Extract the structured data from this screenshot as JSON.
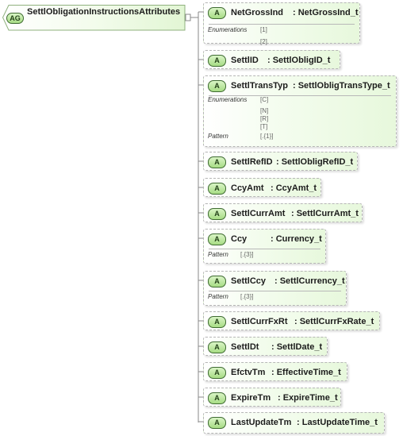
{
  "root": {
    "badge": "AG",
    "name": "SettlObligationInstructionsAttributes"
  },
  "attributes": [
    {
      "badge": "A",
      "name": "NetGrossInd",
      "type": ": NetGrossInd_t",
      "facets": [
        {
          "label": "Enumerations",
          "values": [
            "[1]",
            "[2]"
          ]
        }
      ]
    },
    {
      "badge": "A",
      "name": "SettlID",
      "type": ": SettlObligID_t",
      "facets": []
    },
    {
      "badge": "A",
      "name": "SettlTransTyp",
      "type": ": SettlObligTransType_t",
      "facets": [
        {
          "label": "Enumerations",
          "values": [
            "[C]",
            "[N]",
            "[R]",
            "[T]"
          ]
        },
        {
          "label": "Pattern",
          "values": [
            "[.{1}]"
          ]
        }
      ]
    },
    {
      "badge": "A",
      "name": "SettlRefID",
      "type": ": SettlObligRefID_t",
      "facets": []
    },
    {
      "badge": "A",
      "name": "CcyAmt",
      "type": ": CcyAmt_t",
      "facets": []
    },
    {
      "badge": "A",
      "name": "SettlCurrAmt",
      "type": ": SettlCurrAmt_t",
      "facets": []
    },
    {
      "badge": "A",
      "name": "Ccy",
      "type": ": Currency_t",
      "facets": [
        {
          "label": "Pattern",
          "values": [
            "[.{3}]"
          ]
        }
      ]
    },
    {
      "badge": "A",
      "name": "SettlCcy",
      "type": ": SettlCurrency_t",
      "facets": [
        {
          "label": "Pattern",
          "values": [
            "[.{3}]"
          ]
        }
      ]
    },
    {
      "badge": "A",
      "name": "SettlCurrFxRt",
      "type": ": SettlCurrFxRate_t",
      "facets": []
    },
    {
      "badge": "A",
      "name": "SettlDt",
      "type": ": SettlDate_t",
      "facets": []
    },
    {
      "badge": "A",
      "name": "EfctvTm",
      "type": ": EffectiveTime_t",
      "facets": []
    },
    {
      "badge": "A",
      "name": "ExpireTm",
      "type": ": ExpireTime_t",
      "facets": []
    },
    {
      "badge": "A",
      "name": "LastUpdateTm",
      "type": ": LastUpdateTime_t",
      "facets": []
    }
  ]
}
